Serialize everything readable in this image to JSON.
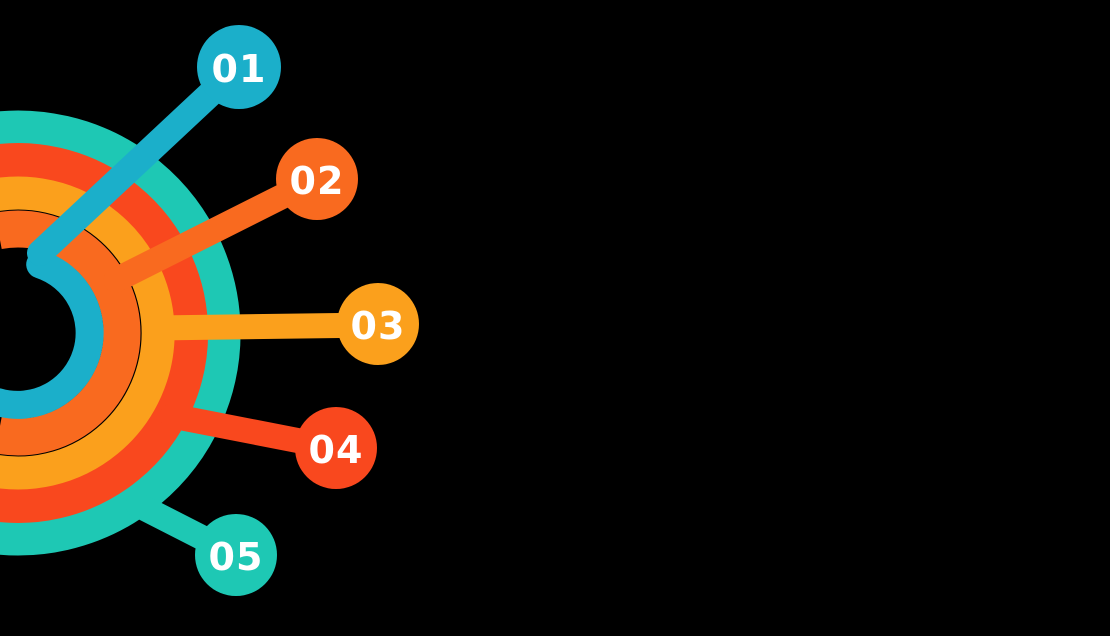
{
  "background_color": "#000000",
  "badge_text_color": "#FFFFFF",
  "steps": [
    {
      "label": "01",
      "color": "#1BAFCA"
    },
    {
      "label": "02",
      "color": "#F96A1F"
    },
    {
      "label": "03",
      "color": "#FBA01C"
    },
    {
      "label": "04",
      "color": "#F9481E"
    },
    {
      "label": "05",
      "color": "#1EC8B4"
    }
  ]
}
